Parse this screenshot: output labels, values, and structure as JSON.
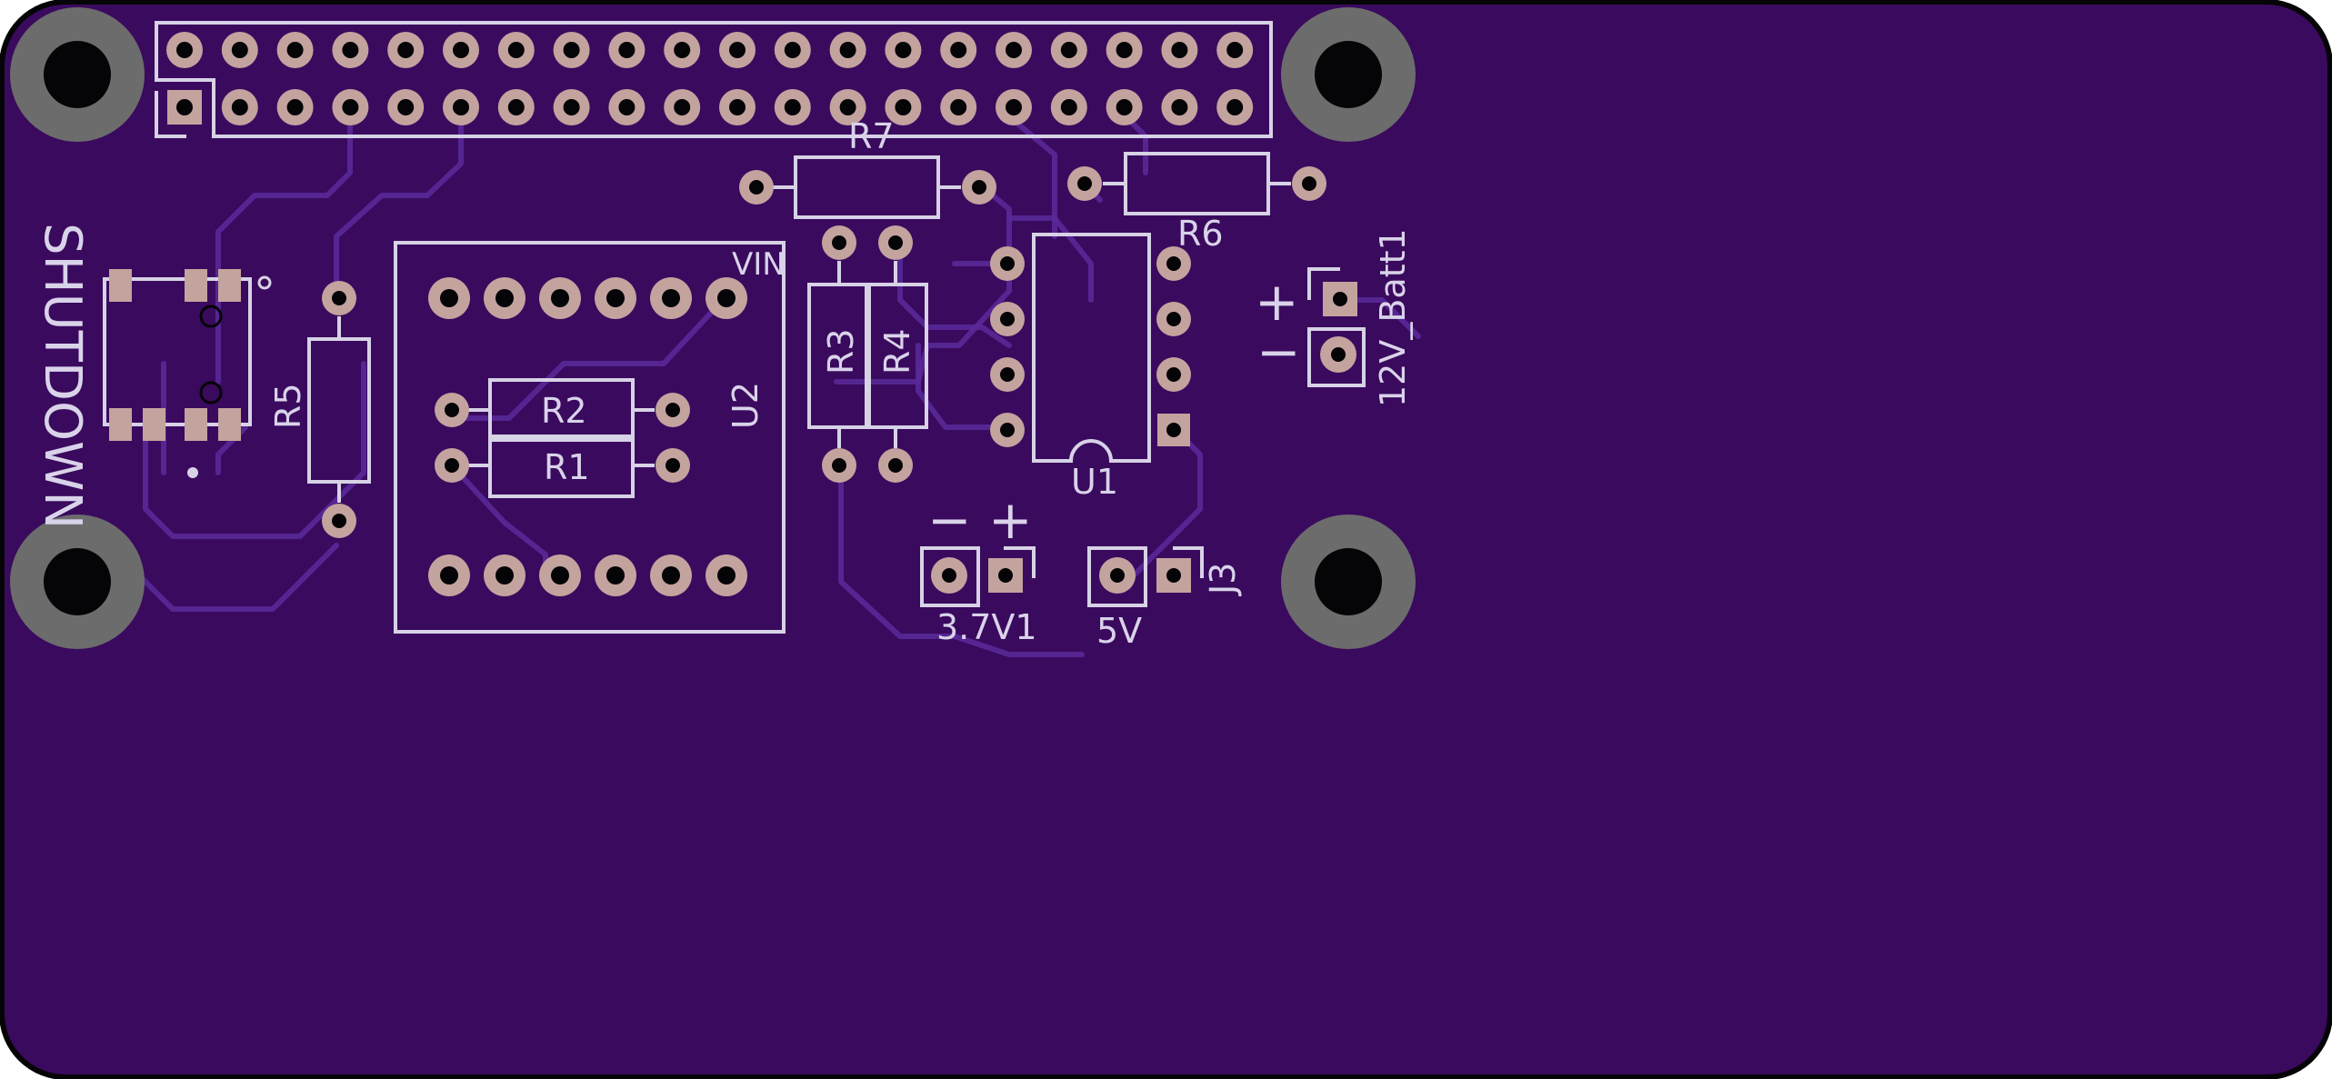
{
  "colors": {
    "board": "#3a0a5e",
    "board_edge": "#050406",
    "silkscreen": "#d7d2e6",
    "pad": "#c3a39e",
    "mounting_hole_ring": "#6c6c6c",
    "trace": "#5b2a9b"
  },
  "labels": {
    "shutdown": "SHUTDOWN",
    "vin": "VIN",
    "r1": "R1",
    "r2": "R2",
    "r3": "R3",
    "r4": "R4",
    "r5": "R5",
    "r6": "R6",
    "r7": "R7",
    "u1": "U1",
    "u2": "U2",
    "j3": "J3",
    "batt12": "12V_Batt1",
    "batt37": "3.7V1",
    "v5": "5V",
    "plus": "+",
    "minus": "−"
  },
  "components": {
    "gpio_header": {
      "rows": 2,
      "cols": 20
    },
    "u1_dip_pins": 8,
    "u2_pins": 12
  }
}
